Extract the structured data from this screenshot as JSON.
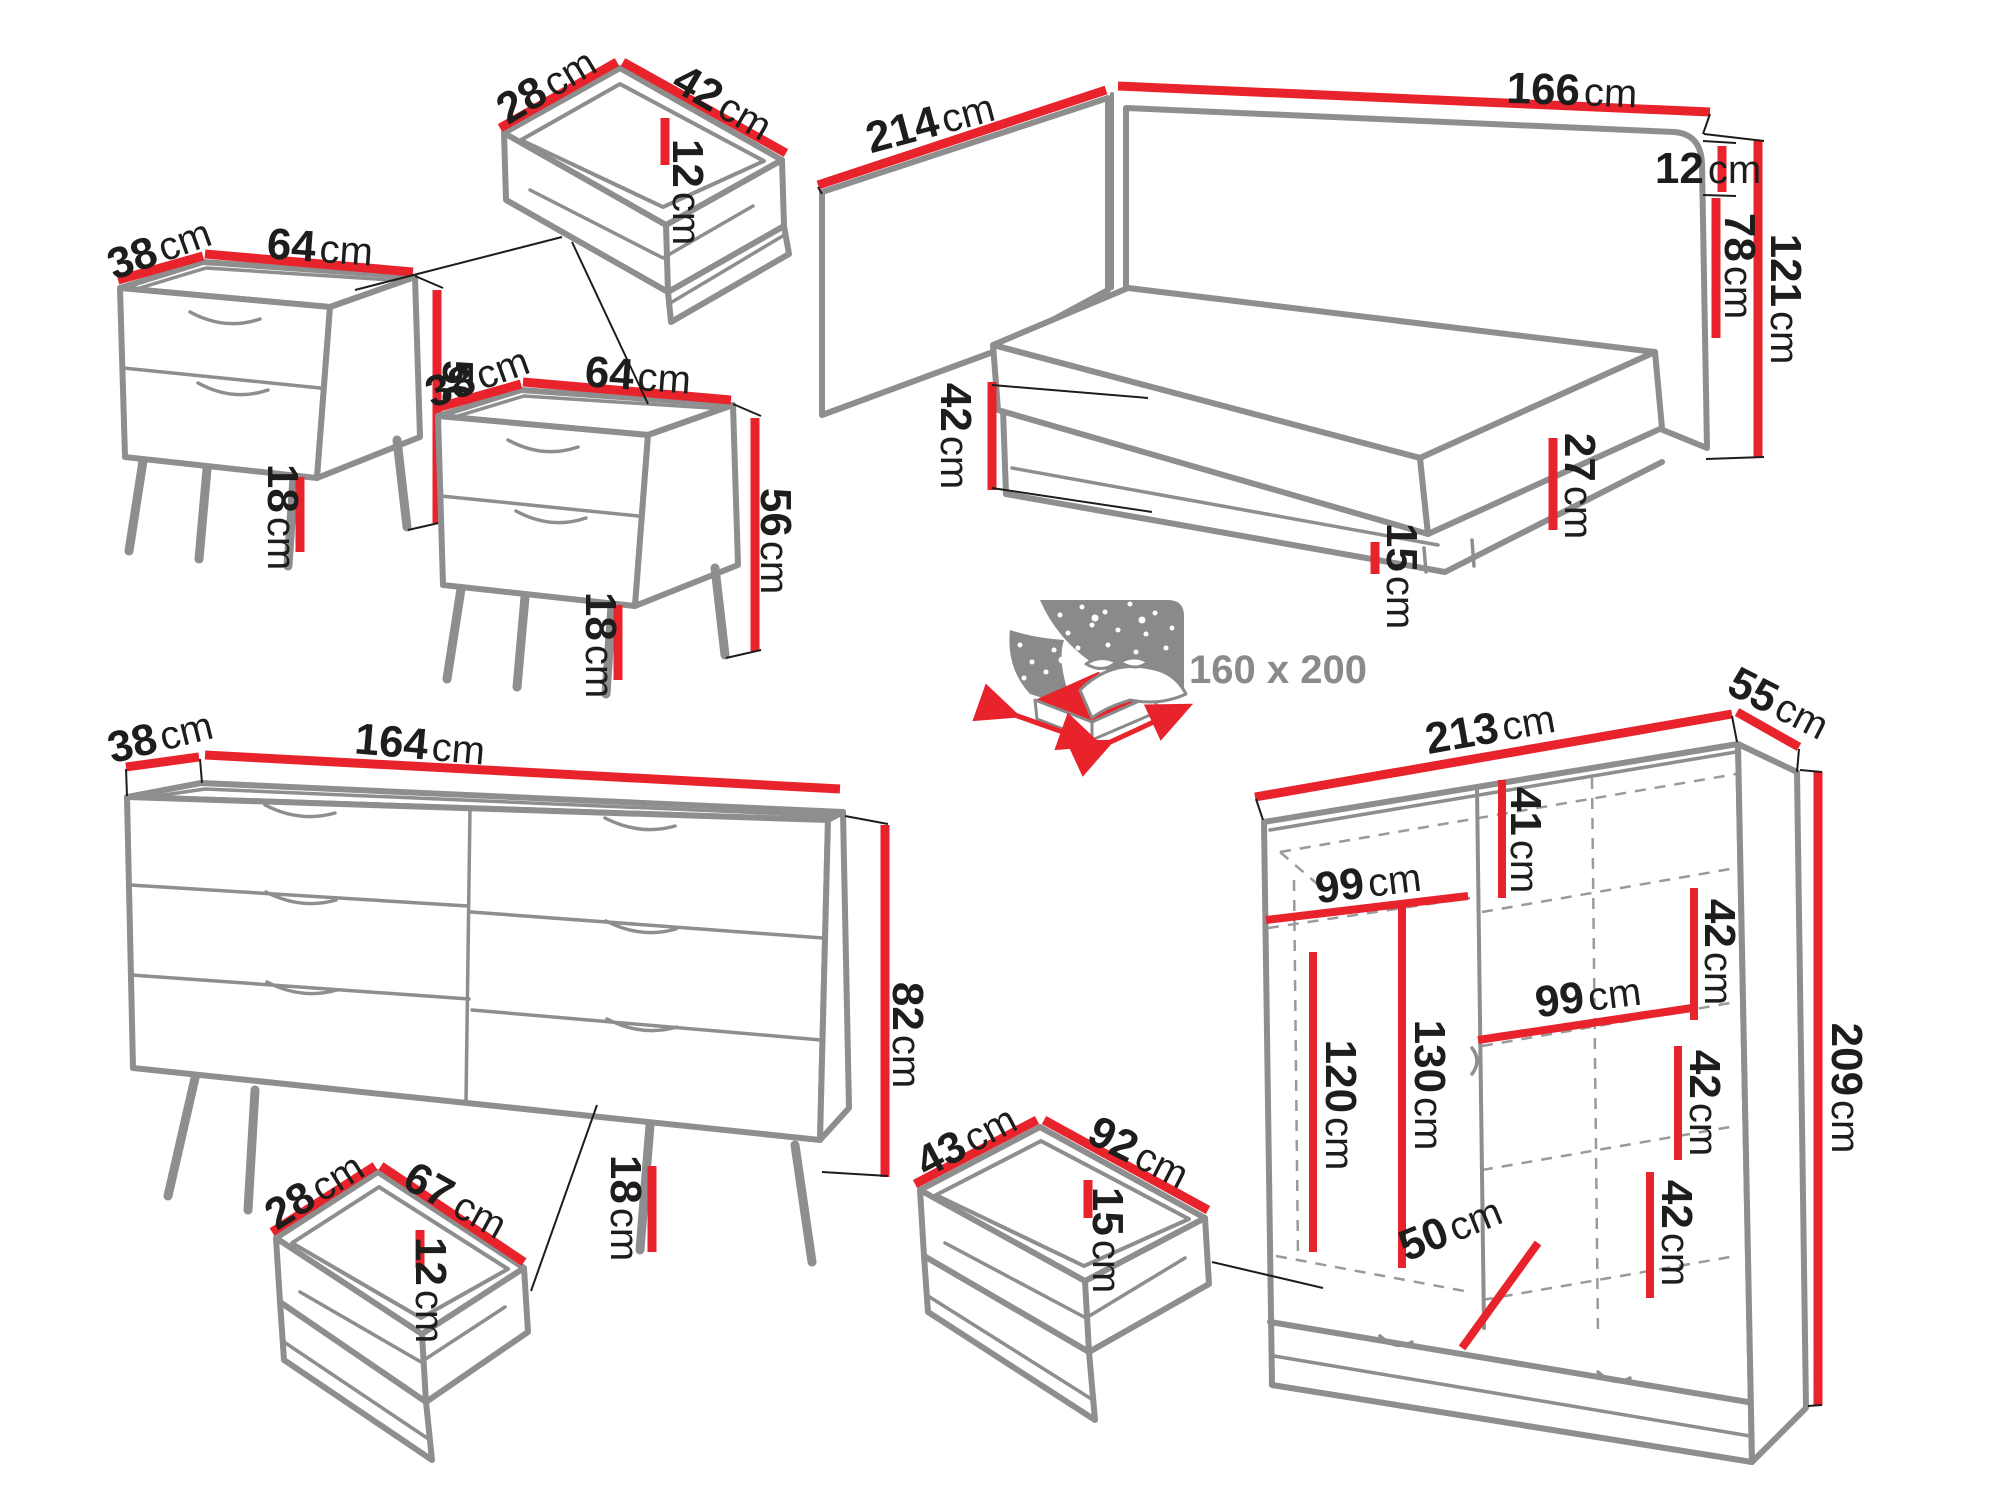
{
  "palette": {
    "dimension_red": "#e8232b",
    "furniture_gray": "#8e8e8e",
    "text_black": "#1d1d1b",
    "icon_gray": "#8a8a8a"
  },
  "icons": {
    "mattress_size_icon": "isometric-bed-with-starry-headboard"
  },
  "furniture": {
    "nightstand_left": {
      "depth": {
        "value": "38",
        "unit": "cm"
      },
      "width": {
        "value": "64",
        "unit": "cm"
      },
      "height": {
        "value": "56",
        "unit": "cm"
      },
      "leg_height": {
        "value": "18",
        "unit": "cm"
      }
    },
    "nightstand_right": {
      "depth": {
        "value": "38",
        "unit": "cm"
      },
      "width": {
        "value": "64",
        "unit": "cm"
      },
      "height": {
        "value": "56",
        "unit": "cm"
      },
      "leg_height": {
        "value": "18",
        "unit": "cm"
      }
    },
    "small_drawer": {
      "depth": {
        "value": "28",
        "unit": "cm"
      },
      "width": {
        "value": "42",
        "unit": "cm"
      },
      "height": {
        "value": "12",
        "unit": "cm"
      }
    },
    "bed": {
      "length": {
        "value": "214",
        "unit": "cm"
      },
      "width": {
        "value": "166",
        "unit": "cm"
      },
      "headboard_top": {
        "value": "12",
        "unit": "cm"
      },
      "headboard_height": {
        "value": "78",
        "unit": "cm"
      },
      "total_height": {
        "value": "121",
        "unit": "cm"
      },
      "base_height": {
        "value": "42",
        "unit": "cm"
      },
      "side_height": {
        "value": "27",
        "unit": "cm"
      },
      "plinth_height": {
        "value": "15",
        "unit": "cm"
      },
      "mattress_size": "160 x 200"
    },
    "dresser": {
      "depth": {
        "value": "38",
        "unit": "cm"
      },
      "width": {
        "value": "164",
        "unit": "cm"
      },
      "height": {
        "value": "82",
        "unit": "cm"
      },
      "leg_height": {
        "value": "18",
        "unit": "cm"
      }
    },
    "dresser_drawer": {
      "depth": {
        "value": "28",
        "unit": "cm"
      },
      "width": {
        "value": "67",
        "unit": "cm"
      },
      "height": {
        "value": "12",
        "unit": "cm"
      }
    },
    "bed_drawer": {
      "depth": {
        "value": "43",
        "unit": "cm"
      },
      "width": {
        "value": "92",
        "unit": "cm"
      },
      "height": {
        "value": "15",
        "unit": "cm"
      }
    },
    "wardrobe": {
      "width": {
        "value": "213",
        "unit": "cm"
      },
      "depth": {
        "value": "55",
        "unit": "cm"
      },
      "height": {
        "value": "209",
        "unit": "cm"
      },
      "top_shelf": {
        "value": "41",
        "unit": "cm"
      },
      "left_section_width": {
        "value": "99",
        "unit": "cm"
      },
      "left_hanging_height": {
        "value": "120",
        "unit": "cm"
      },
      "middle_hanging_height": {
        "value": "130",
        "unit": "cm"
      },
      "upper_shelf_gap": {
        "value": "42",
        "unit": "cm"
      },
      "right_section_width": {
        "value": "99",
        "unit": "cm"
      },
      "middle_shelf_gap": {
        "value": "42",
        "unit": "cm"
      },
      "lower_shelf_gap": {
        "value": "42",
        "unit": "cm"
      },
      "bottom_drawer_depth": {
        "value": "50",
        "unit": "cm"
      }
    }
  }
}
